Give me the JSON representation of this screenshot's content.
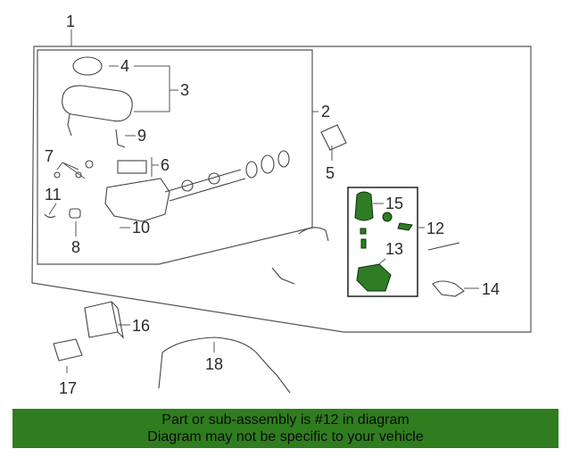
{
  "callouts": [
    "1",
    "2",
    "3",
    "4",
    "5",
    "6",
    "7",
    "8",
    "9",
    "10",
    "11",
    "12",
    "13",
    "14",
    "15",
    "16",
    "17",
    "18"
  ],
  "footer": {
    "line1": "Part or sub-assembly is #12 in diagram",
    "line2": "Diagram may not be specific to your vehicle"
  },
  "colors": {
    "highlight_part": "#2e7d24",
    "footer_bg": "#2f7d1f",
    "line": "#555555"
  }
}
